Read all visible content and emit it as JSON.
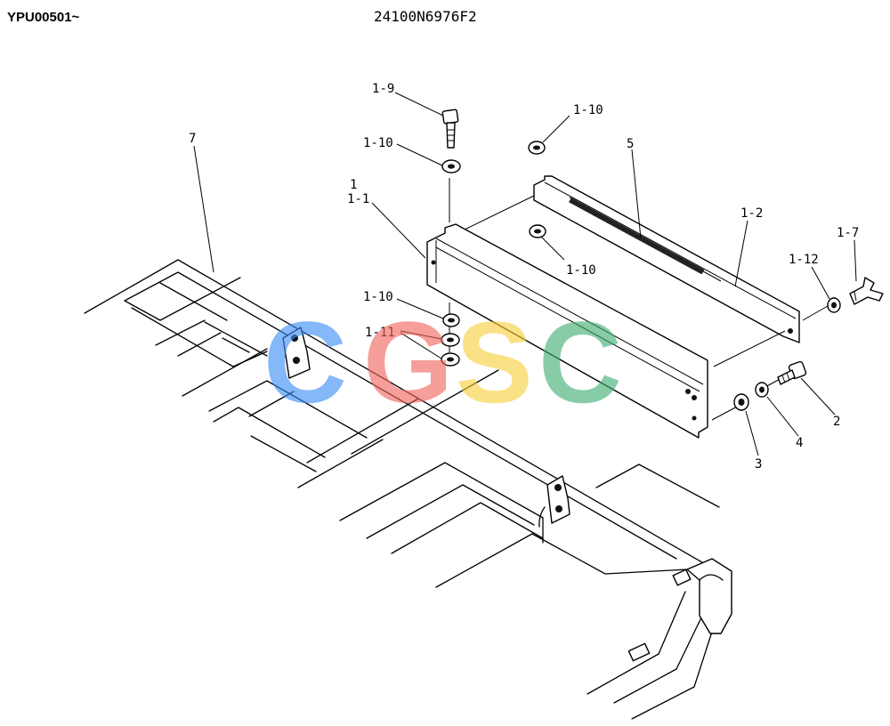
{
  "header": {
    "serial_range": "YPU00501~",
    "drawing_number": "24100N6976F2"
  },
  "callouts": {
    "c1": "1",
    "c1_1": "1-1",
    "c1_2": "1-2",
    "c1_7": "1-7",
    "c1_9": "1-9",
    "c1_10_a": "1-10",
    "c1_10_b": "1-10",
    "c1_10_c": "1-10",
    "c1_10_d": "1-10",
    "c1_11": "1-11",
    "c1_12": "1-12",
    "c2": "2",
    "c3": "3",
    "c4": "4",
    "c5": "5",
    "c7": "7"
  },
  "watermark": {
    "letters": [
      "C",
      "G",
      "S",
      "C"
    ],
    "colors": [
      "#3b8df5",
      "#f2645c",
      "#f7cf3b",
      "#3fae72"
    ]
  }
}
